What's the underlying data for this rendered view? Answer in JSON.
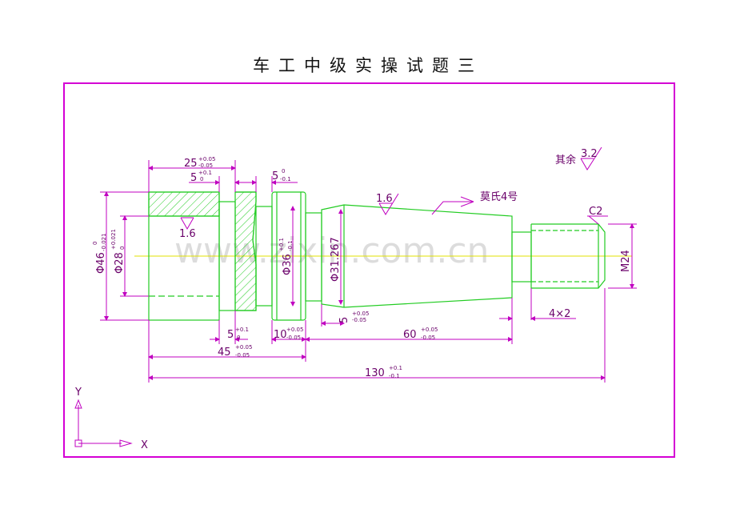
{
  "page": {
    "title": "车工中级实操试题三"
  },
  "watermark": "www.zixin.com.cn",
  "colors": {
    "frame": "#d400d4",
    "part_outline": "#22cc22",
    "dimension": "#c000c0",
    "center_line": "#e0e000",
    "dim_text": "#6a006a"
  },
  "roughness": {
    "other_label": "其余",
    "other_value": "3.2",
    "groove_value": "1.6",
    "taper_value": "1.6",
    "morse_label": "莫氏4号"
  },
  "chamfer": "C2",
  "dims": {
    "d25": "25",
    "d25_tol_up": "+0.05",
    "d25_tol_dn": "-0.05",
    "d5a": "5",
    "d5a_tol_up": "+0.1",
    "d5a_tol_dn": "0",
    "d5b": "5",
    "d5b_tol_up": "0",
    "d5b_tol_dn": "-0.1",
    "phi46": "Φ46",
    "phi46_tol_up": "0",
    "phi46_tol_dn": "-0.021",
    "phi28": "Φ28",
    "phi28_tol_up": "+0.021",
    "phi28_tol_dn": "0",
    "phi36": "Φ36",
    "phi36_tol_up": "+0.1",
    "phi36_tol_dn": "-0.1",
    "phi31": "Φ31.267",
    "m24": "M24",
    "d5c": "5",
    "d5c_tol_up": "+0.1",
    "d5c_tol_dn": "0",
    "d10": "10",
    "d10_tol_up": "+0.05",
    "d10_tol_dn": "-0.05",
    "d5d": "5",
    "d5d_tol_up": "+0.05",
    "d5d_tol_dn": "-0.05",
    "d60": "60",
    "d60_tol_up": "+0.05",
    "d60_tol_dn": "-0.05",
    "d4x2": "4×2",
    "d45": "45",
    "d45_tol_up": "+0.05",
    "d45_tol_dn": "-0.05",
    "d130": "130",
    "d130_tol_up": "+0.1",
    "d130_tol_dn": "-0.1"
  },
  "axes": {
    "y": "Y",
    "x": "X"
  }
}
